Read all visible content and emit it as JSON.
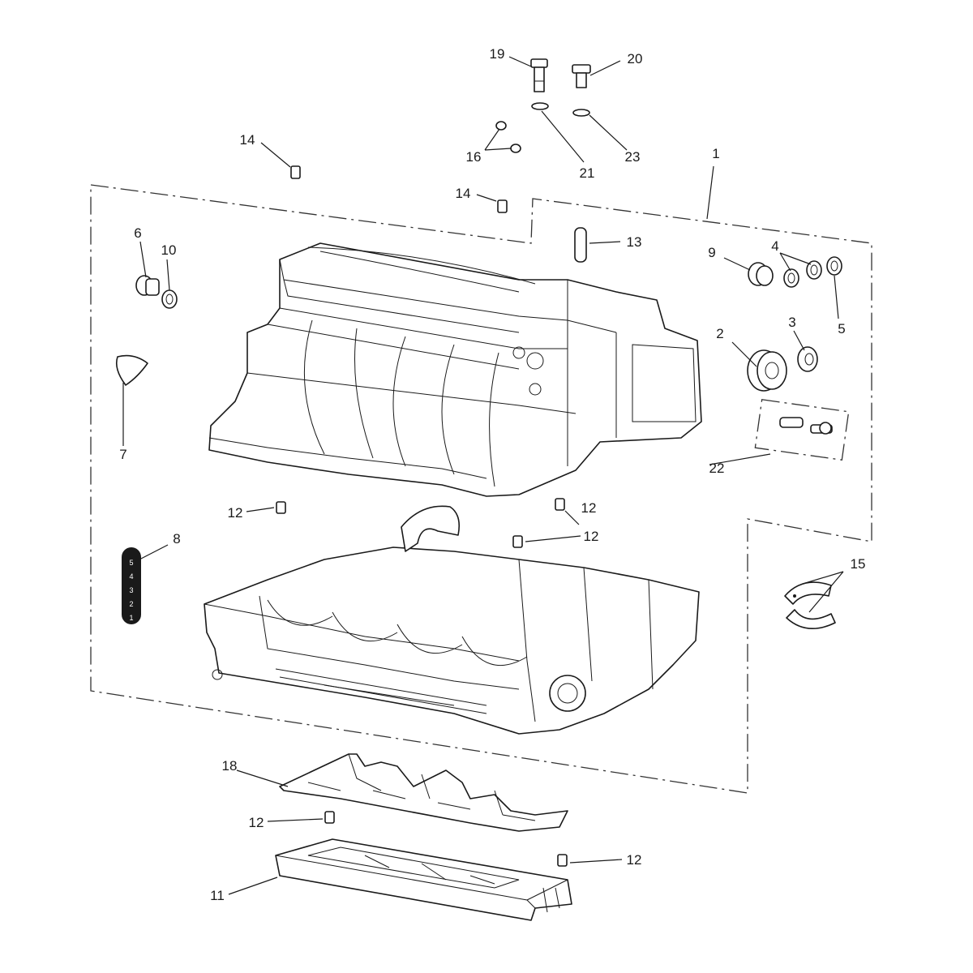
{
  "callouts": {
    "c1": "1",
    "c2": "2",
    "c3": "3",
    "c4": "4",
    "c5": "5",
    "c6": "6",
    "c7": "7",
    "c8": "8",
    "c9": "9",
    "c10": "10",
    "c11": "11",
    "c12a": "12",
    "c12b": "12",
    "c12c": "12",
    "c12d": "12",
    "c12e": "12",
    "c13": "13",
    "c14a": "14",
    "c14b": "14",
    "c15": "15",
    "c16": "16",
    "c18": "18",
    "c19": "19",
    "c20": "20",
    "c21": "21",
    "c22": "22",
    "c23": "23"
  },
  "label_plate": {
    "t1": "5",
    "t2": "4",
    "t3": "3",
    "t4": "2",
    "t5": "1"
  }
}
